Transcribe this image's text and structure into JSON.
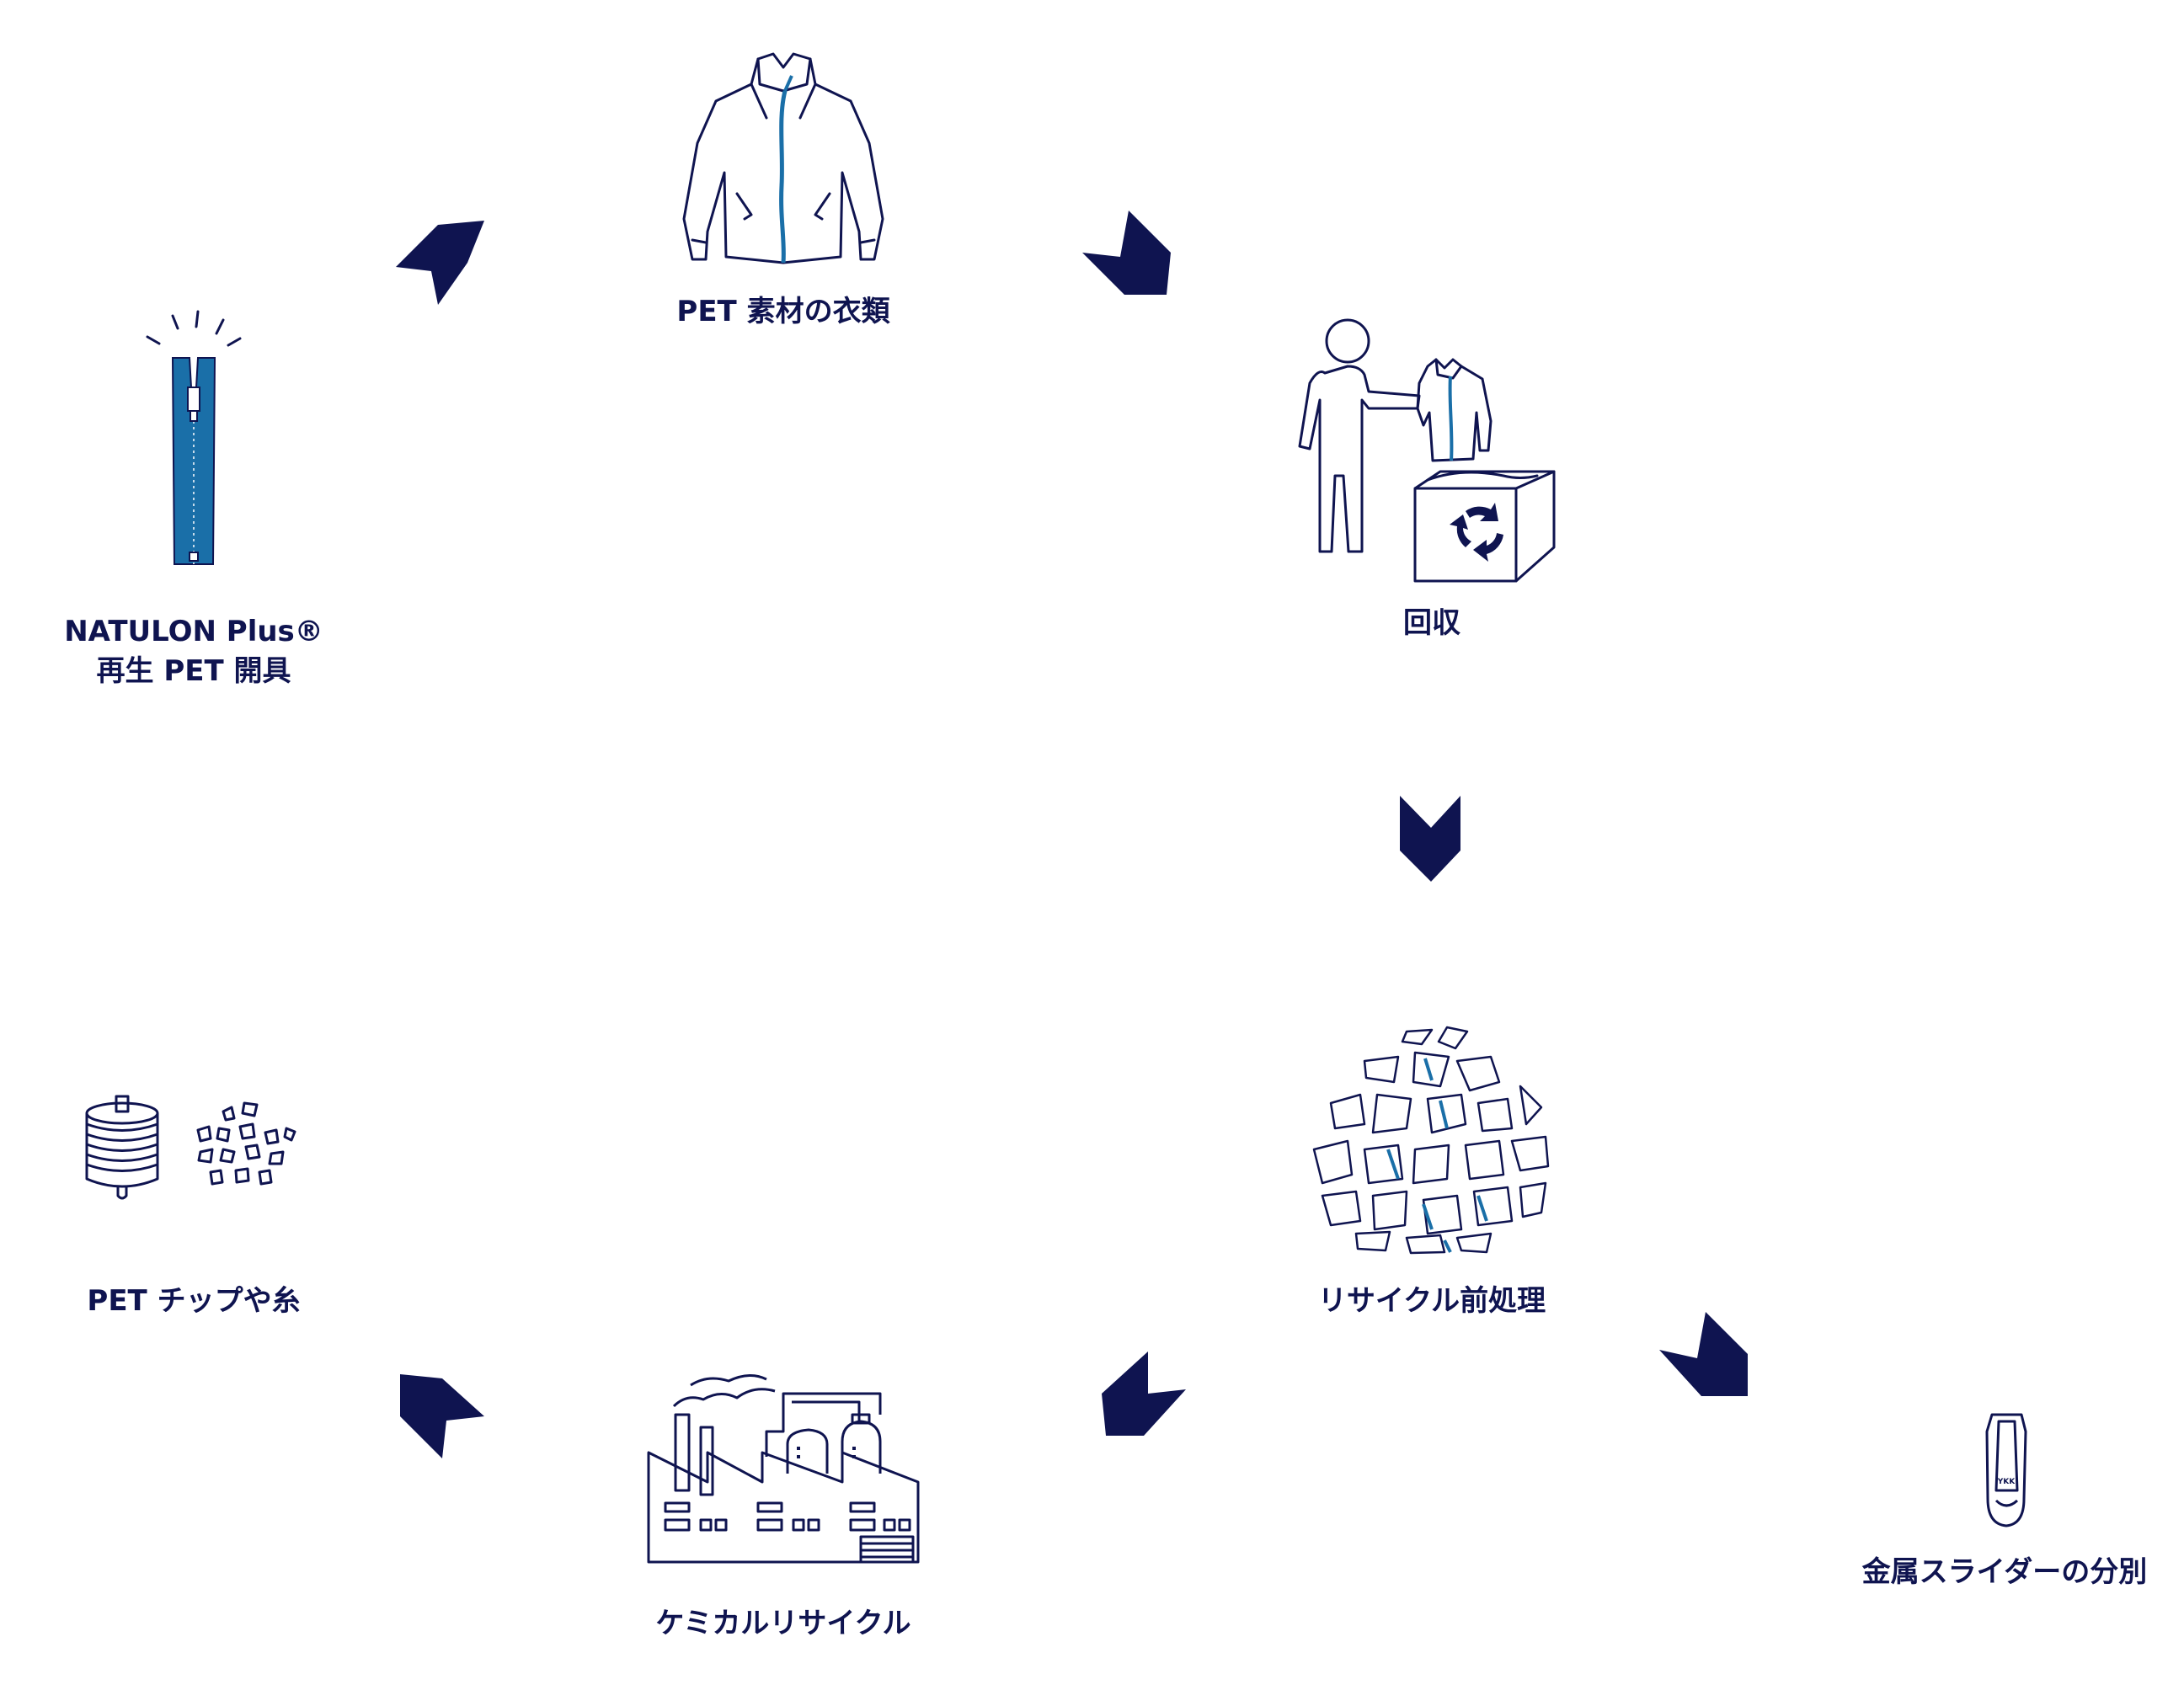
{
  "colors": {
    "navy": "#0f1450",
    "blue": "#1a6fa8"
  },
  "steps": {
    "clothing": {
      "label": "PET 素材の衣類",
      "icon": "jacket-icon"
    },
    "collection": {
      "label": "回収",
      "icon": "person-recycle-box-icon"
    },
    "pretreatment": {
      "label": "リサイクル前処理",
      "icon": "shredded-fragments-icon"
    },
    "slider_separation": {
      "label": "金属スライダーの分別",
      "icon": "zipper-slider-icon"
    },
    "chemical": {
      "label": "ケミカルリサイクル",
      "icon": "factory-icon"
    },
    "chips_yarn": {
      "label": "PET チップや糸",
      "icon": "yarn-spool-chips-icon"
    },
    "zipper": {
      "label_line1": "NATULON Plus®",
      "label_line2": "再生 PET 開具",
      "icon": "zipper-icon"
    }
  }
}
